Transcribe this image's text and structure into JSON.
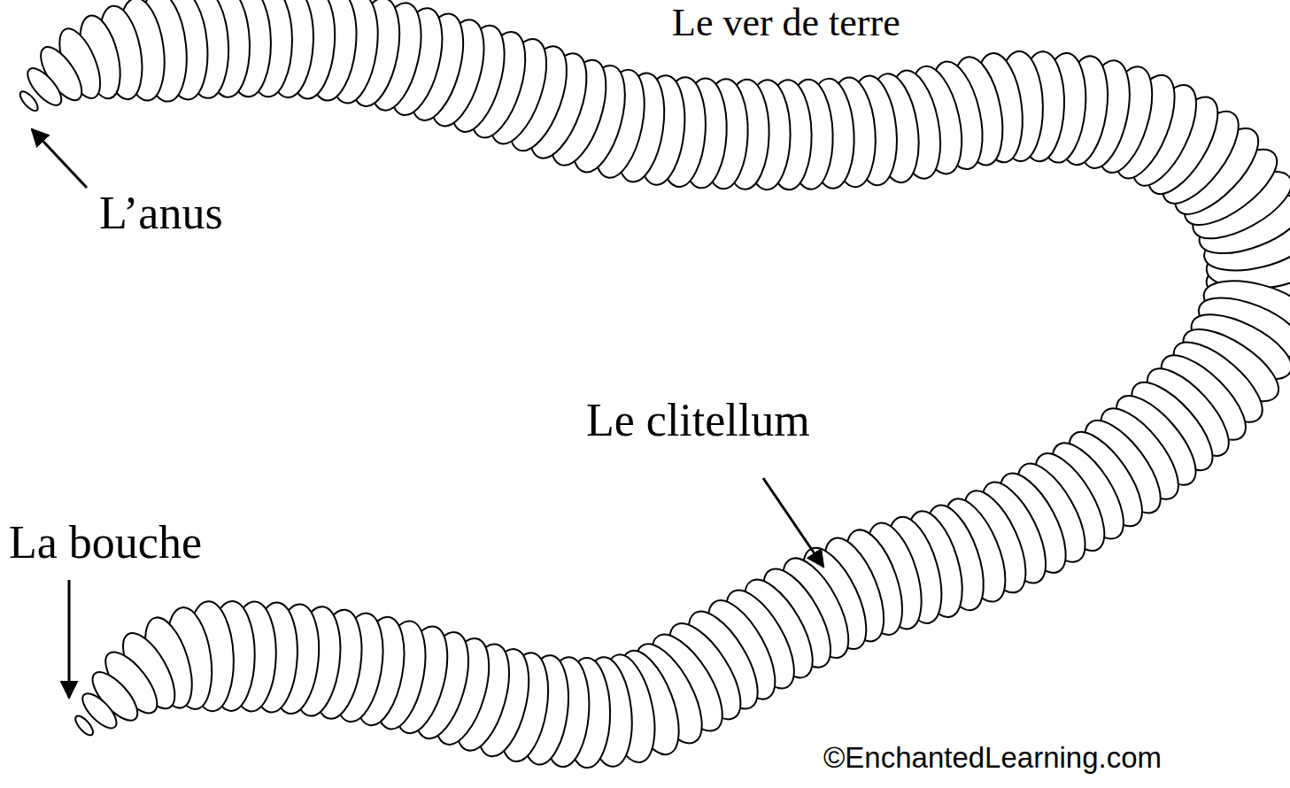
{
  "diagram": {
    "title": "Le ver de terre",
    "labels": [
      "L’anus",
      "Le clitellum",
      "La bouche",
      "©EnchantedLearning.com"
    ]
  }
}
